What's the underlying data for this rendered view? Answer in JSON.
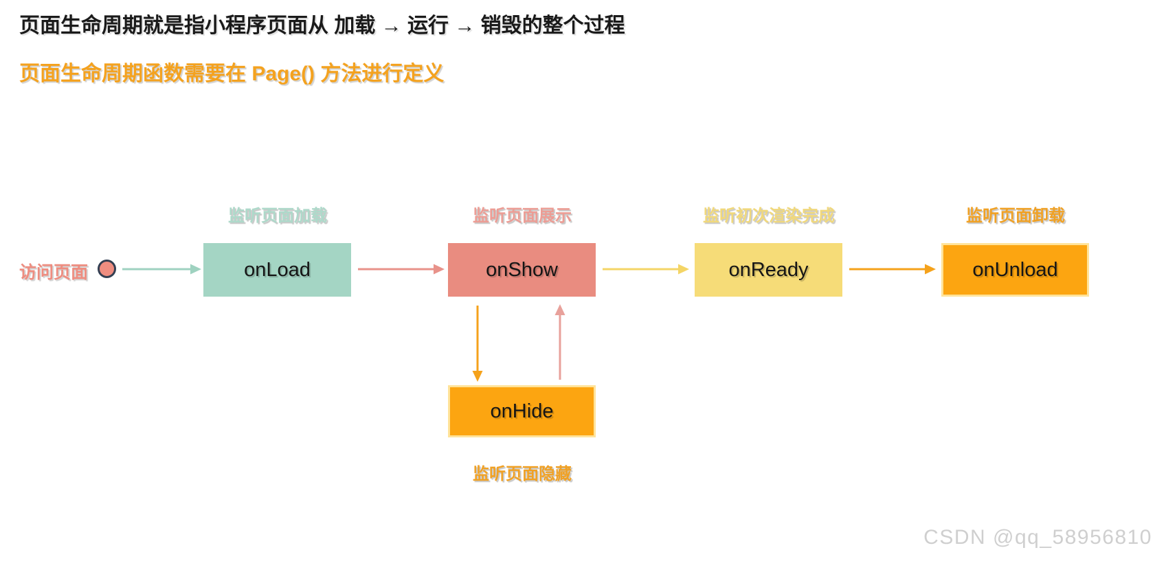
{
  "header": {
    "title": "页面生命周期就是指小程序页面从 加载 → 运行 → 销毁的整个过程",
    "subtitle": "页面生命周期函数需要在 Page() 方法进行定义"
  },
  "flow": {
    "start": {
      "label": "访问页面"
    },
    "nodes": {
      "onload": {
        "label": "onLoad",
        "caption": "监听页面加载",
        "fill": "#a4d5c4",
        "caption_color": "#aed9ca"
      },
      "onshow": {
        "label": "onShow",
        "caption": "监听页面展示",
        "fill": "#e98c80",
        "caption_color": "#ec9d95"
      },
      "onready": {
        "label": "onReady",
        "caption": "监听初次渲染完成",
        "fill": "#f6dc78",
        "caption_color": "#f0d87c"
      },
      "onunload": {
        "label": "onUnload",
        "caption": "监听页面卸载",
        "fill": "#fca511",
        "caption_color": "#f0a125"
      },
      "onhide": {
        "label": "onHide",
        "caption": "监听页面隐藏",
        "fill": "#fca511",
        "caption_color": "#f0a125"
      }
    },
    "arrows": {
      "start_to_onload": "#9fd2c0",
      "onload_to_onshow": "#e8928a",
      "onshow_to_onready": "#f4d566",
      "onready_to_onunload": "#f5a21b",
      "onshow_to_onhide": "#f5a21b",
      "onhide_to_onshow": "#e8a19b"
    }
  },
  "watermark": "CSDN @qq_58956810",
  "colors": {
    "title": "#1a1a1a",
    "subtitle": "#f4a21f",
    "start_label": "#ee8d80",
    "circle_fill": "#ee8d80",
    "circle_border": "#333f52",
    "orange_box_border": "#ffe39a",
    "watermark": "#cfcfcf"
  }
}
